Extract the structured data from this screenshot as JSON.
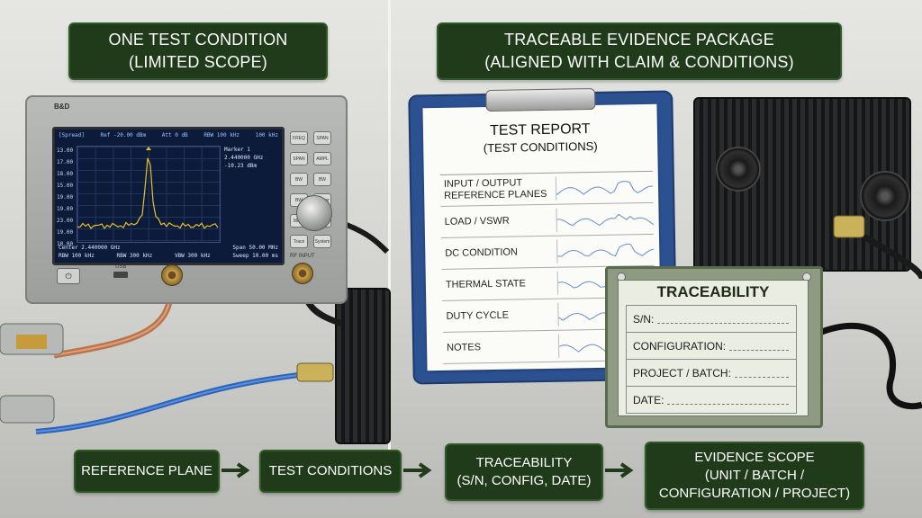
{
  "left_title": {
    "line1": "ONE TEST CONDITION",
    "line2": "(LIMITED SCOPE)"
  },
  "right_title": {
    "line1": "TRACEABLE EVIDENCE PACKAGE",
    "line2": "(ALIGNED WITH CLAIM & CONDITIONS)"
  },
  "analyzer": {
    "brand": "B&D",
    "screen_header": {
      "mode": "[Spread]",
      "ref": "Ref -20.00 dBm",
      "att": "Att 0 dB",
      "rbw": "RBW 100 kHz",
      "vbw": "100 kHz"
    },
    "y_labels": [
      "13.00",
      "17.00",
      "18.00",
      "15.00",
      "19.00",
      "19.00",
      "23.00",
      "19.00",
      "10.00"
    ],
    "marker": {
      "label": "Marker 1",
      "freq": "2.440000 GHz",
      "level": "-10.23 dBm"
    },
    "footer1": {
      "center": "Center 2.440000 GHz",
      "span": "Span 50.00 MHz"
    },
    "footer2": {
      "rbw": "RBW    100 kHz",
      "rbw2": "RBW 300 kHz",
      "vbw": "VBW 300 kHz",
      "sweep": "Sweep    10.00 ms"
    },
    "keys": [
      "FREQ",
      "SPAN",
      "SPAN",
      "AMPL",
      "BW",
      "BW",
      "BW",
      "Marker",
      "Meas",
      "Marker",
      "Trace",
      "System"
    ],
    "usb_label": "USB",
    "rf_label": "RF INPUT"
  },
  "report": {
    "title": "TEST REPORT",
    "subtitle": "(TEST CONDITIONS)",
    "rows": [
      {
        "label": "INPUT / OUTPUT REFERENCE PLANES"
      },
      {
        "label": "LOAD / VSWR"
      },
      {
        "label": "DC CONDITION"
      },
      {
        "label": "THERMAL STATE"
      },
      {
        "label": "DUTY CYCLE"
      },
      {
        "label": "NOTES"
      }
    ]
  },
  "traceability_card": {
    "title": "TRACEABILITY",
    "fields": [
      "S/N:",
      "CONFIGURATION:",
      "PROJECT / BATCH:",
      "DATE:"
    ]
  },
  "flow": {
    "step1": "REFERENCE PLANE",
    "step2": "TEST CONDITIONS",
    "step3_line1": "TRACEABILITY",
    "step3_line2": "(S/N, CONFIG, DATE)",
    "step4_line1": "EVIDENCE SCOPE",
    "step4_line2": "(UNIT / BATCH /",
    "step4_line3": "CONFIGURATION / PROJECT)"
  },
  "colors": {
    "label_bg": "#1f3b1a",
    "label_border": "#2f5a27",
    "clipboard": "#2b5191",
    "trace_plate": "#8e9b82",
    "trace_trace": "#e7c12c"
  }
}
